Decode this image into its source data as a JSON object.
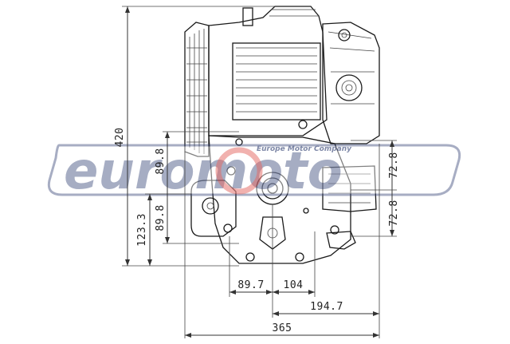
{
  "watermark": {
    "brand": "euromoto",
    "tagline": "Europe Motor Company"
  },
  "dimensions": {
    "height_total": "420",
    "height_lower": "123.3",
    "offset_upper_left": "89.8",
    "offset_lower_left": "89.8",
    "offset_upper_right": "72.8",
    "offset_lower_right": "72.8",
    "horizontal_1": "89.7",
    "horizontal_2": "104",
    "horizontal_3": "194.7",
    "width_total": "365"
  },
  "colors": {
    "line": "#1a1a1a",
    "watermark_blue": "#3c4a7a",
    "watermark_red": "#e0443c"
  }
}
